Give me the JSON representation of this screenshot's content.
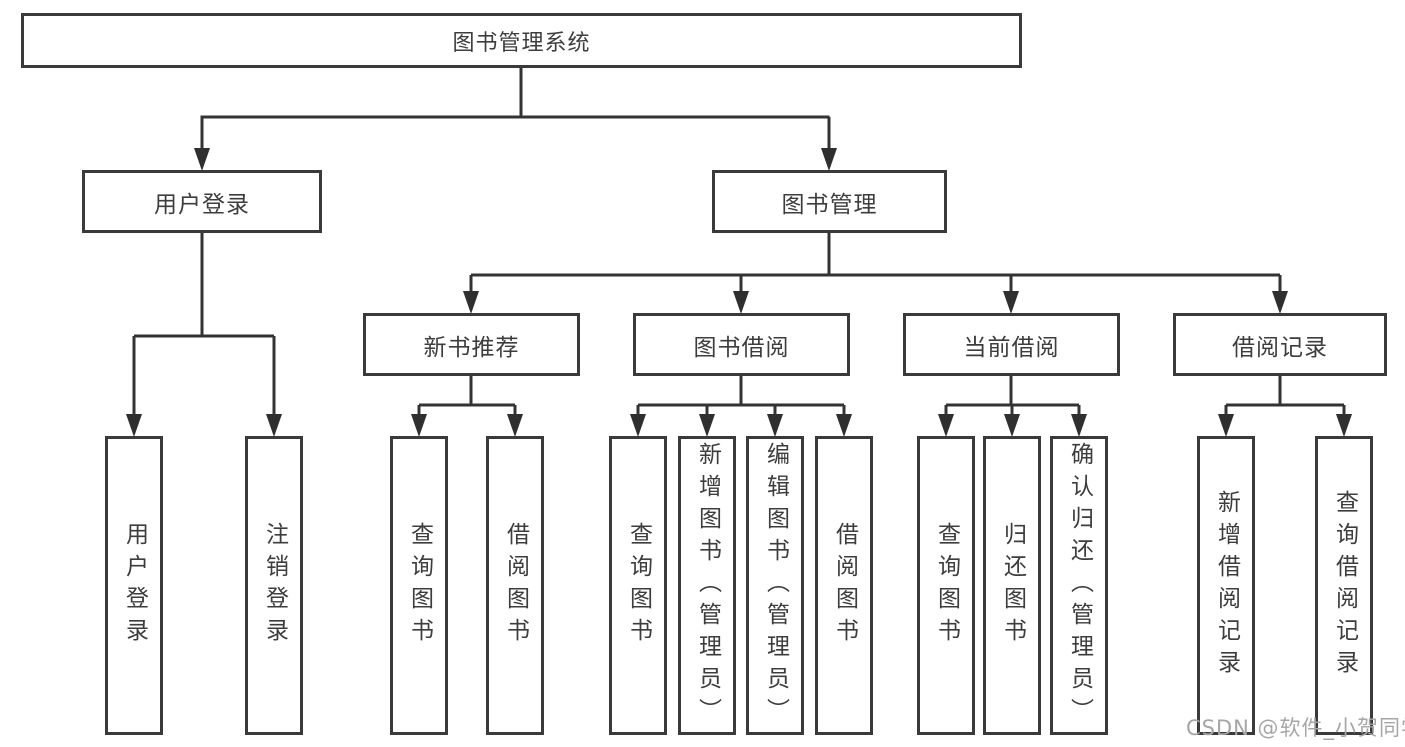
{
  "tree": {
    "root": "图书管理系统",
    "user": {
      "label": "用户登录",
      "children": [
        "用户登录",
        "注销登录"
      ]
    },
    "book": {
      "label": "图书管理",
      "sections": [
        {
          "label": "新书推荐",
          "children": [
            "查询图书",
            "借阅图书"
          ]
        },
        {
          "label": "图书借阅",
          "children": [
            "查询图书",
            "新增图书（管理员）",
            "编辑图书（管理员）",
            "借阅图书"
          ]
        },
        {
          "label": "当前借阅",
          "children": [
            "查询图书",
            "归还图书",
            "确认归还（管理员）"
          ]
        },
        {
          "label": "借阅记录",
          "children": [
            "新增借阅记录",
            "查询借阅记录"
          ]
        }
      ]
    }
  },
  "watermark": "CSDN @软件_小贺同学",
  "colors": {
    "line": "#333333",
    "border": "#3a3a3a",
    "text": "#3d3d3d",
    "watermark": "#a6a6a6",
    "background": "#ffffff"
  }
}
